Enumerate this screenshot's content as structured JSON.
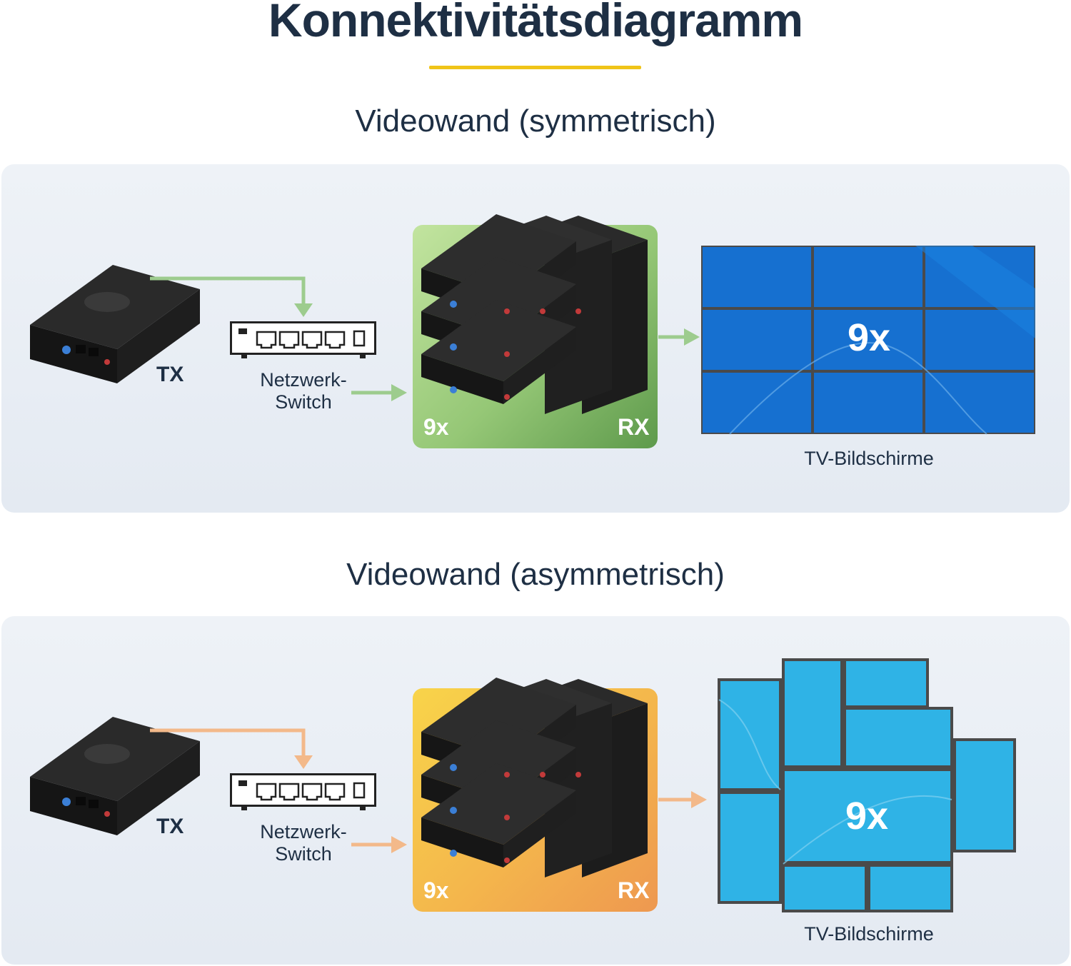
{
  "title": "Konnektivitätsdiagramm",
  "sections": [
    {
      "heading": "Videowand (symmetrisch)",
      "tx_label": "TX",
      "switch_label_1": "Netzwerk-",
      "switch_label_2": "Switch",
      "rx_count": "9x",
      "rx_label": "RX",
      "wall_count": "9x",
      "tv_label": "TV-Bildschirme",
      "arrow_color": "#9dcc8e",
      "rx_colors": [
        "#b7dd91",
        "#5e9a4c"
      ],
      "screen_color": "#1670d0"
    },
    {
      "heading": "Videowand (asymmetrisch)",
      "tx_label": "TX",
      "switch_label_1": "Netzwerk-",
      "switch_label_2": "Switch",
      "rx_count": "9x",
      "rx_label": "RX",
      "wall_count": "9x",
      "tv_label": "TV-Bildschirme",
      "arrow_color": "#f3b98a",
      "rx_colors": [
        "#f7ce4a",
        "#ee9850"
      ],
      "screen_color": "#2fb3e6"
    }
  ]
}
